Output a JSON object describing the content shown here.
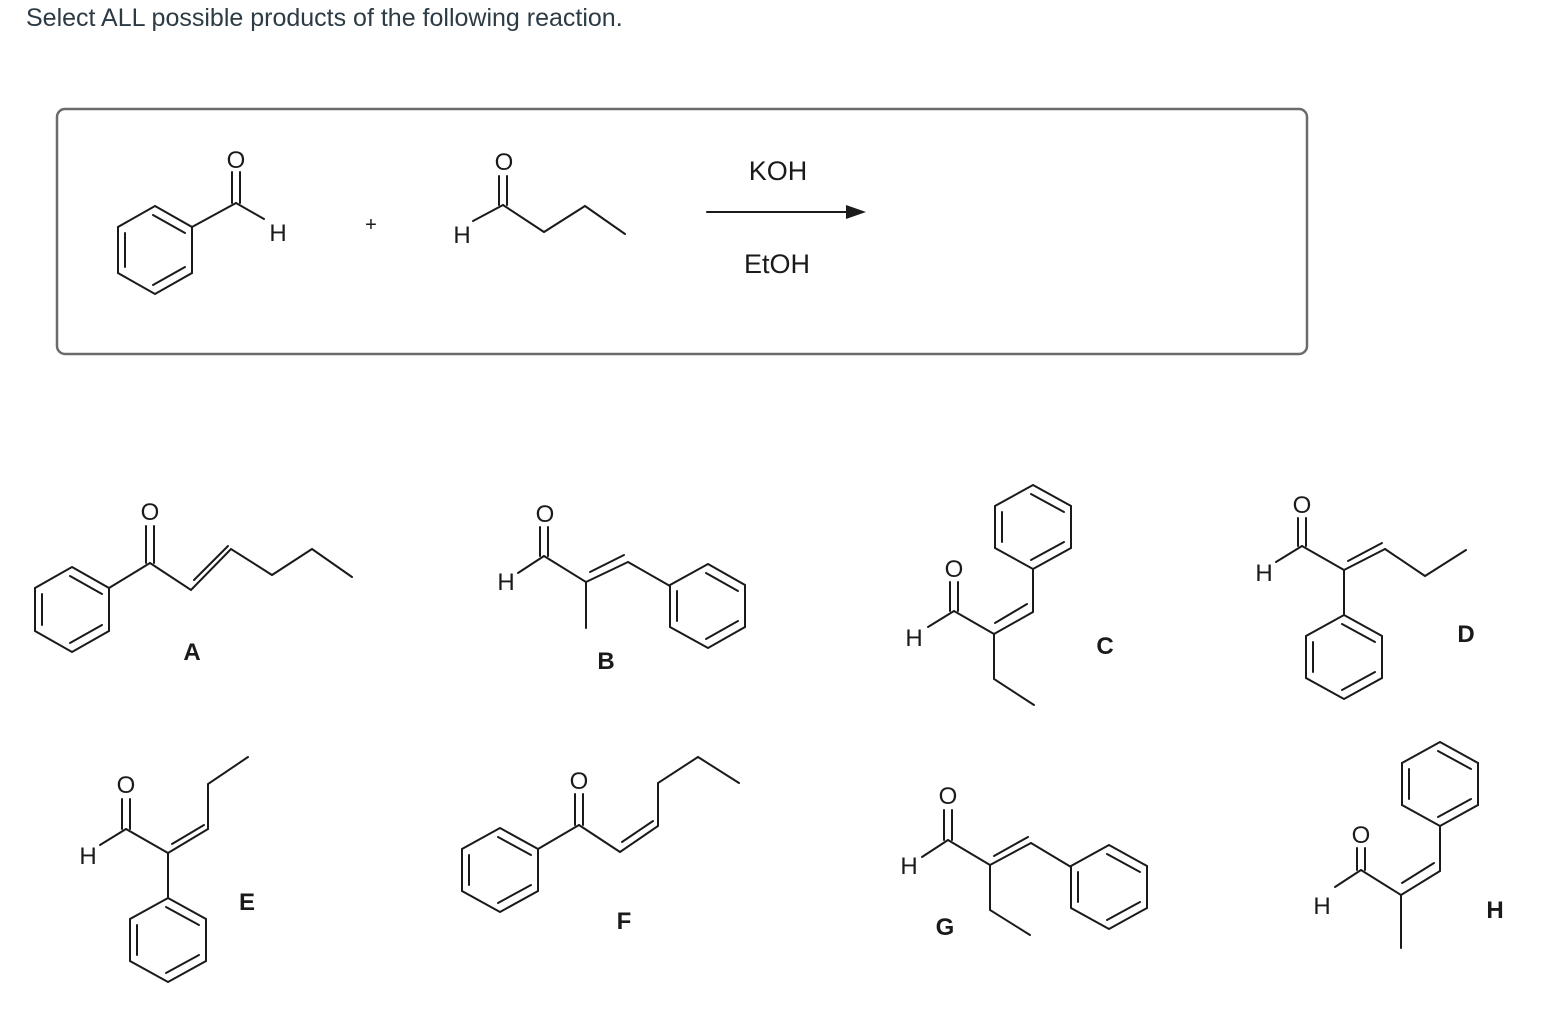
{
  "question": {
    "text": "Select ALL possible products of the following reaction."
  },
  "reaction": {
    "reactant1": {
      "atoms": {
        "o": "O",
        "h": "H"
      }
    },
    "plus": "+",
    "reactant2": {
      "atoms": {
        "o": "O",
        "h": "H"
      }
    },
    "reagent_top": "KOH",
    "reagent_bottom": "EtOH"
  },
  "choices": [
    {
      "letter": "A",
      "atoms": {
        "o": "O"
      }
    },
    {
      "letter": "B",
      "atoms": {
        "o": "O",
        "h": "H"
      }
    },
    {
      "letter": "C",
      "atoms": {
        "o": "O",
        "h": "H"
      }
    },
    {
      "letter": "D",
      "atoms": {
        "o": "O",
        "h": "H"
      }
    },
    {
      "letter": "E",
      "atoms": {
        "o": "O",
        "h": "H"
      }
    },
    {
      "letter": "F",
      "atoms": {
        "o": "O"
      }
    },
    {
      "letter": "G",
      "atoms": {
        "o": "O",
        "h": "H"
      }
    },
    {
      "letter": "H",
      "atoms": {
        "o": "O",
        "h": "H"
      }
    }
  ]
}
